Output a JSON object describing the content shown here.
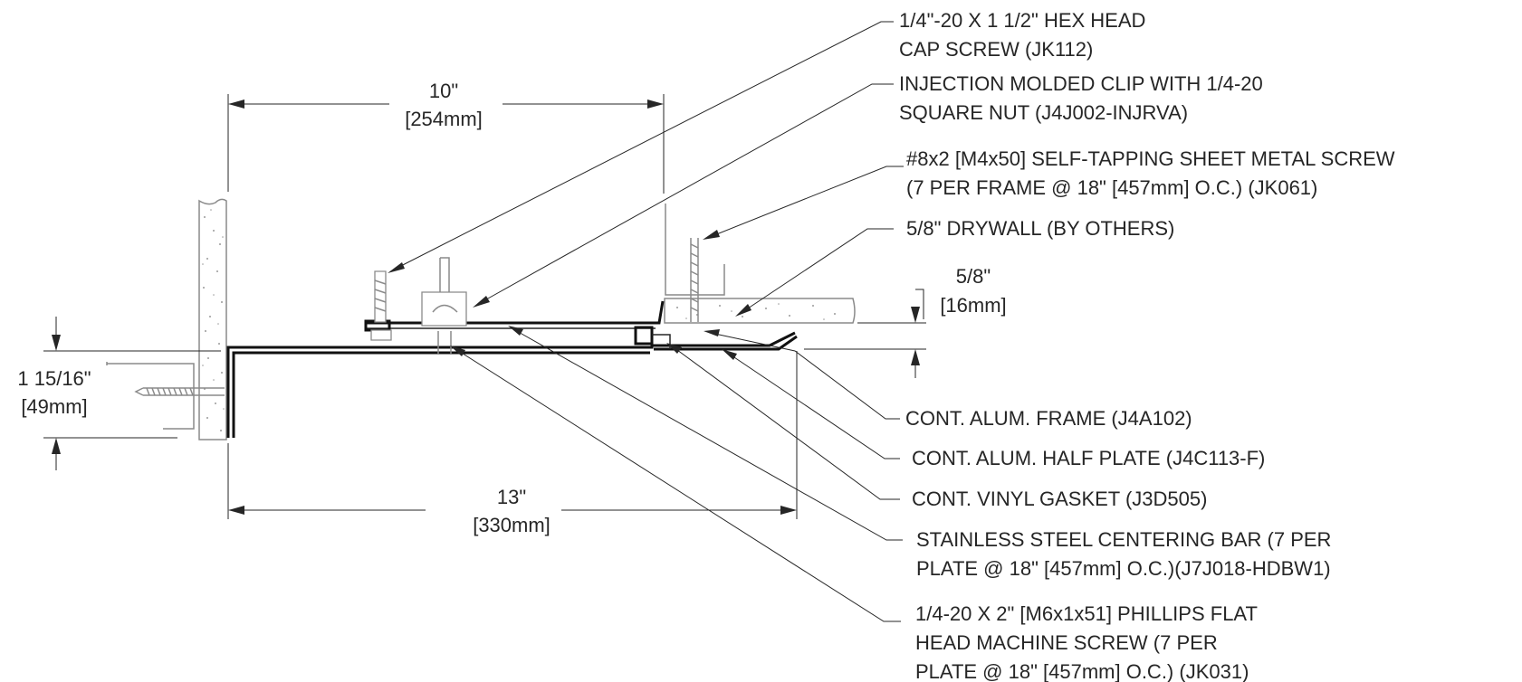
{
  "callouts": [
    {
      "id": "hex-cap-screw",
      "lines": [
        "1/4\"-20 X 1 1/2\" HEX HEAD",
        "CAP SCREW (JK112)"
      ]
    },
    {
      "id": "injection-clip",
      "lines": [
        "INJECTION MOLDED CLIP WITH 1/4-20",
        "SQUARE NUT (J4J002-INJRVA)"
      ]
    },
    {
      "id": "sheet-metal-screw",
      "lines": [
        "#8x2 [M4x50] SELF-TAPPING SHEET METAL SCREW",
        "(7 PER FRAME @ 18\" [457mm] O.C.) (JK061)"
      ]
    },
    {
      "id": "drywall",
      "lines": [
        "5/8\" DRYWALL (BY OTHERS)"
      ]
    },
    {
      "id": "frame",
      "lines": [
        "CONT. ALUM. FRAME (J4A102)"
      ]
    },
    {
      "id": "half-plate",
      "lines": [
        "CONT. ALUM. HALF PLATE (J4C113-F)"
      ]
    },
    {
      "id": "vinyl-gasket",
      "lines": [
        "CONT. VINYL GASKET (J3D505)"
      ]
    },
    {
      "id": "centering-bar",
      "lines": [
        "STAINLESS STEEL CENTERING BAR (7 PER",
        "PLATE @ 18\" [457mm] O.C.)(J7J018-HDBW1)"
      ]
    },
    {
      "id": "machine-screw",
      "lines": [
        "1/4-20 X 2\" [M6x1x51] PHILLIPS FLAT",
        "HEAD MACHINE SCREW (7 PER",
        "PLATE @ 18\" [457mm] O.C.) (JK031)"
      ]
    }
  ],
  "dimensions": {
    "top_width": {
      "imperial": "10\"",
      "metric": "[254mm]"
    },
    "bottom_width": {
      "imperial": "13\"",
      "metric": "[330mm]"
    },
    "left_depth": {
      "imperial": "1 15/16\"",
      "metric": "[49mm]"
    },
    "drywall_thickness": {
      "imperial": "5/8\"",
      "metric": "[16mm]"
    }
  }
}
